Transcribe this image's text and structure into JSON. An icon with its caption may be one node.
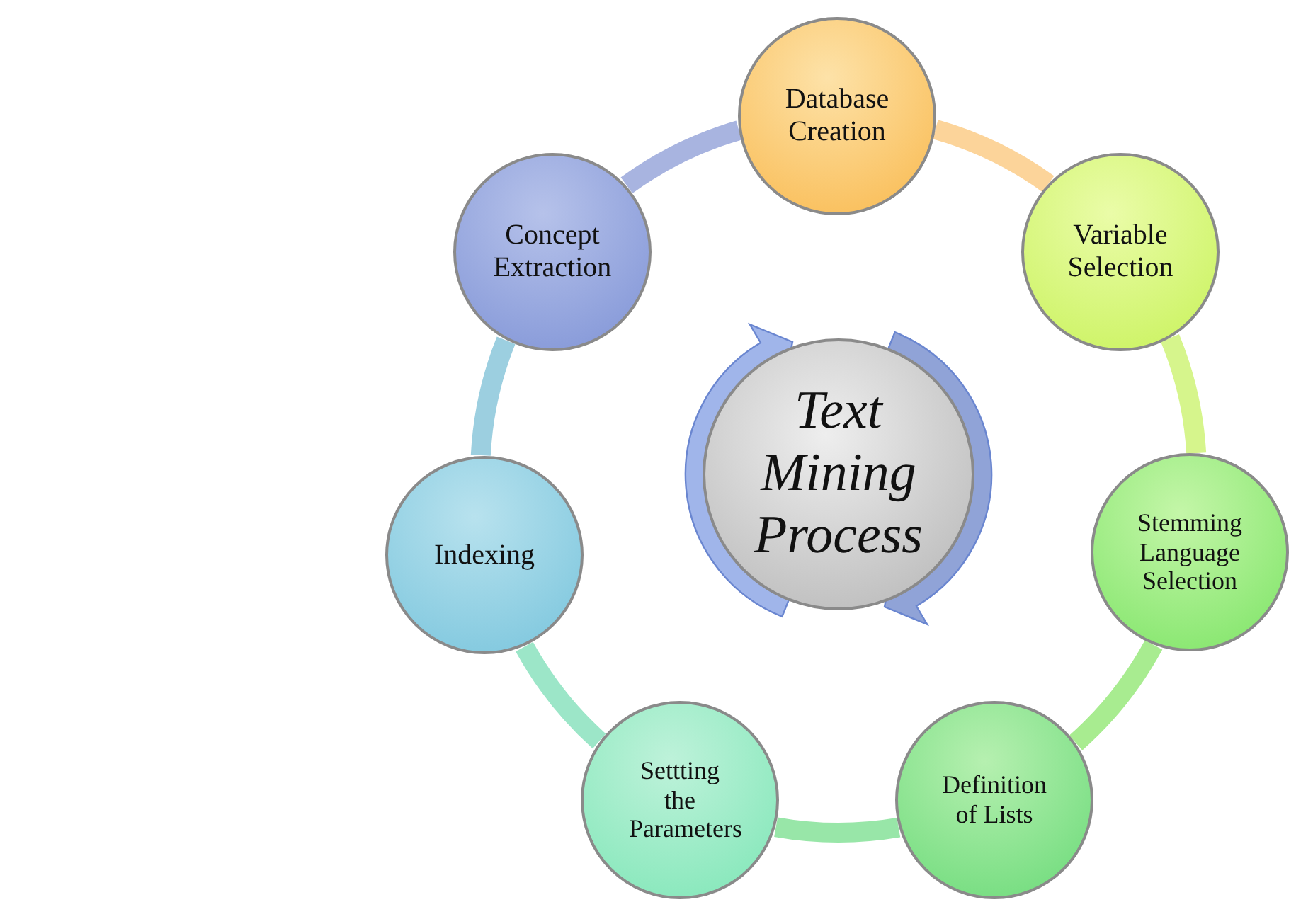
{
  "diagram": {
    "nodes": [
      {
        "text": [
          "Text Mining Process"
        ]
      },
      {
        "text": [
          "Database Creation"
        ]
      },
      {
        "text": [
          "Variable Selection"
        ]
      },
      {
        "text": [
          "Stemming Language Selection"
        ]
      },
      {
        "text": [
          "Definition of Lists"
        ]
      },
      {
        "text": [
          "Settting the Parameters"
        ]
      },
      {
        "text": [
          "Indexing"
        ]
      },
      {
        "text": [
          "Concept Extraction"
        ]
      }
    ],
    "edges": [
      {
        "from": 1,
        "to": 2,
        "arrow": "none",
        "color": "#fcd49a"
      },
      {
        "from": 2,
        "to": 3,
        "arrow": "none",
        "color": "#d6f58c"
      },
      {
        "from": 3,
        "to": 4,
        "arrow": "none",
        "color": "#a8ec90"
      },
      {
        "from": 4,
        "to": 5,
        "arrow": "none",
        "color": "#98e6a8"
      },
      {
        "from": 5,
        "to": 6,
        "arrow": "none",
        "color": "#9ce6c8"
      },
      {
        "from": 6,
        "to": 7,
        "arrow": "none",
        "color": "#9ccfe0"
      },
      {
        "from": 7,
        "to": 1,
        "arrow": "none",
        "color": "#a8b4e0"
      }
    ]
  }
}
